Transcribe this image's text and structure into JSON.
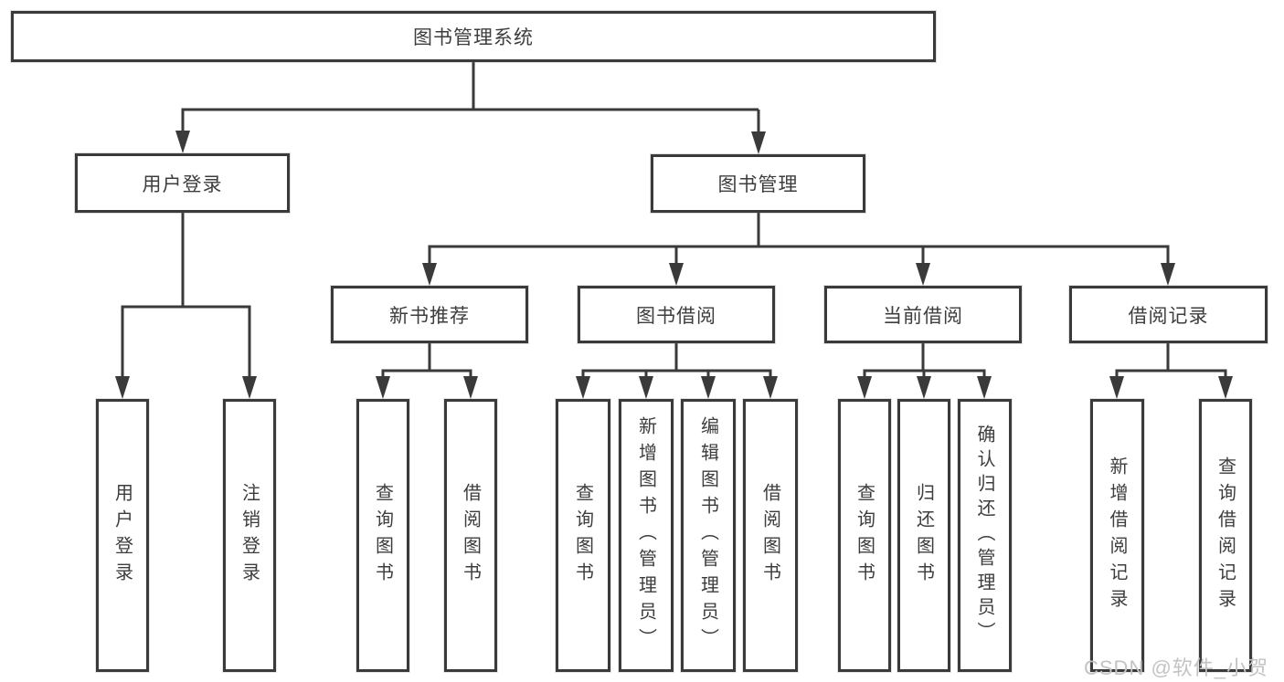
{
  "nodes": {
    "root": "图书管理系统",
    "user_login": "用户登录",
    "book_mgmt": "图书管理",
    "recommend": "新书推荐",
    "borrow": "图书借阅",
    "current": "当前借阅",
    "records": "借阅记录",
    "user_login_leaf": "用户登录",
    "logout_leaf": "注销登录",
    "recommend_query": "查询图书",
    "recommend_borrow": "借阅图书",
    "borrow_query": "查询图书",
    "borrow_add": "新增图书（管理员）",
    "borrow_edit": "编辑图书（管理员）",
    "borrow_borrow": "借阅图书",
    "current_query": "查询图书",
    "current_return": "归还图书",
    "current_confirm": "确认归还（管理员）",
    "records_add": "新增借阅记录",
    "records_query": "查询借阅记录"
  },
  "watermark": {
    "text": "CSDN @软件_小贺同学",
    "color": "#c3c3c3"
  },
  "colors": {
    "line": "#3a3a3a",
    "box_border": "#3a3a3a",
    "box_fill": "#ffffff",
    "text": "#3d3d3d"
  }
}
